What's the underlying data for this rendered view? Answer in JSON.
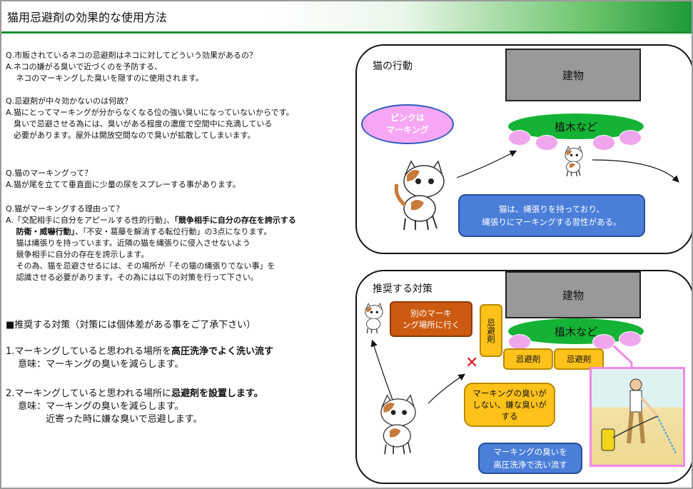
{
  "header": {
    "title": "猫用忌避剤の効果的な使用方法"
  },
  "qa": [
    {
      "lines": [
        "Q.市販されているネコの忌避剤はネコに対してどういう効果があるの？",
        "A.ネコの嫌がる臭いで近づくのを予防する、",
        "　 ネコのマーキングした臭いを隠すのに使用されます。"
      ]
    },
    {
      "lines": [
        "Q.忌避剤が中々効かないのは何故？",
        "A.猫にとってマーキングが分からなくなる位の強い臭いになっていないからです。",
        "　臭いで忌避させる為には、臭いがある程度の濃度で空間中に充満している",
        "　必要があります。屋外は開放空間なので臭いが拡散してしまいます。"
      ]
    },
    {
      "lines": [
        "Q.猫のマーキングって？",
        "A.猫が尾を立てて垂直面に少量の尿をスプレーする事があります。"
      ]
    },
    {
      "lines": [
        "Q.猫がマーキングする理由って？"
      ]
    }
  ],
  "reason": {
    "l1a": "A.「交配相手に自分をアピールする性的行動」、",
    "l1b": "「競争相手に自分の存在を誇示する",
    "l2a": "防衛・威嚇行動」",
    "l2b": "、「不安・葛藤を解消する転位行動」の3点になります。",
    "l3": "猫は縄張りを持っています。近隣の猫を縄張りに侵入させないよう",
    "l4": "競争相手に自分の存在を誇示します。",
    "l5": "その為、猫を忌避させるには、その場所が「その猫の縄張りでない事」を",
    "l6": "認識させる必要があります。その為には以下の対策を行って下さい。"
  },
  "section": {
    "heading": "■推奨する対策（対策には個体差がある事をご了承下さい）"
  },
  "items": [
    {
      "lead": "1.マーキングしていると思われる場所を",
      "bold": "高圧洗浄でよく洗い流す",
      "meaning": [
        "　 意味：マーキングの臭いを減らします。"
      ]
    },
    {
      "lead": "2.マーキングしていると思われる場所に",
      "bold": "忌避剤を設置します。",
      "meaning": [
        "　 意味：マーキングの臭いを減らします。",
        "　　　　 近寄った時に嫌な臭いで忌避します。"
      ]
    }
  ],
  "panel1": {
    "title": "猫の行動",
    "building": "建物",
    "plants": "植木など",
    "pink_label": [
      "ピンクは",
      "マーキング"
    ],
    "blue_note": [
      "猫は、縄張りを持っており、",
      "縄張りにマーキングする習性がある。"
    ]
  },
  "panel2": {
    "title": "推奨する対策",
    "building": "建物",
    "plants": "植木など",
    "orange_note": [
      "別のマーキ",
      "ング場所に行く"
    ],
    "repellent_vertical": "忌避剤",
    "repellent": "忌避剤",
    "cross": "✕",
    "yellow_note": [
      "マーキングの臭いが",
      "しない、嫌な臭いが",
      "する"
    ],
    "blue_note": [
      "マーキングの臭いを",
      "高圧洗浄で洗い流す"
    ]
  },
  "colors": {
    "accent_green": "#1a8f33",
    "pink": "#f0a6ee",
    "blue": "#4a7ed8",
    "orange": "#cc5a10",
    "yellow": "#ffc21a"
  }
}
